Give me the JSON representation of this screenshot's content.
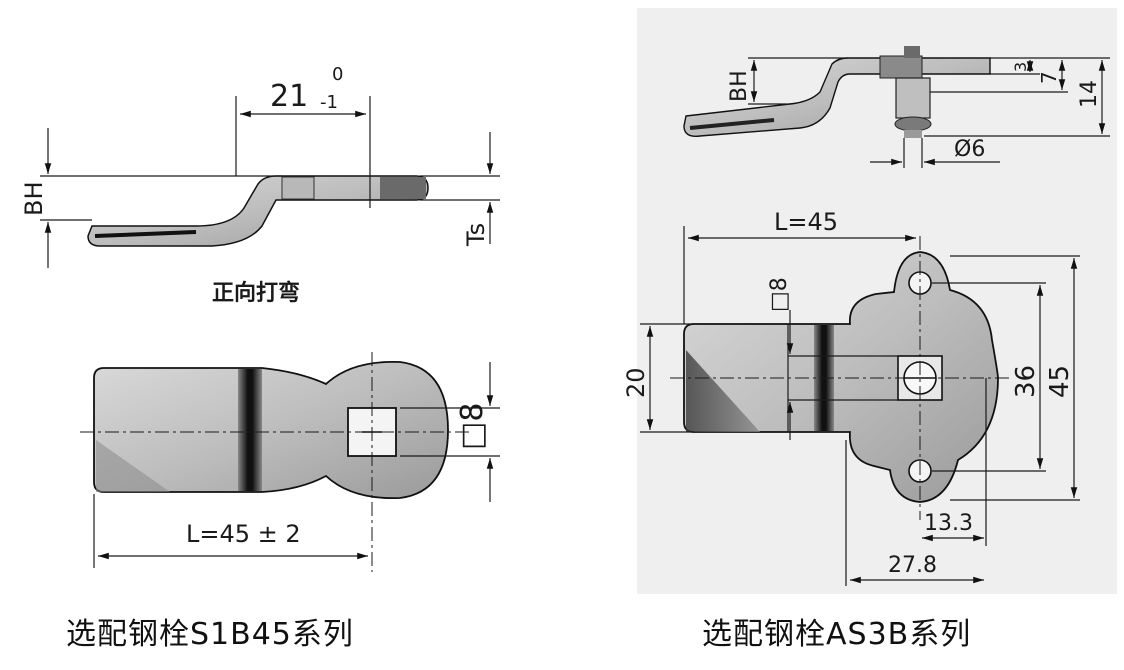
{
  "left_view": {
    "dim_length_base": "21",
    "dim_tol_upper": "0",
    "dim_tol_lower": "-1",
    "dim_bh": "BH",
    "dim_ts": "Ts",
    "bend_label": "正向打弯",
    "dim_square": "□8",
    "dim_L": "L=45 ± 2",
    "caption": "选配钢栓S1B45系列"
  },
  "right_view": {
    "dim_bh": "BH",
    "dim_3": "3",
    "dim_7": "7",
    "dim_14": "14",
    "dim_dia": "Ø6",
    "dim_L": "L=45",
    "dim_square": "□8",
    "dim_20": "20",
    "dim_36": "36",
    "dim_45": "45",
    "dim_13_3": "13.3",
    "dim_27_8": "27.8",
    "caption": "选配钢栓AS3B系列"
  },
  "colors": {
    "right_panel_bg": "#eeeeee",
    "part_light": "#c8c8c8",
    "part_dark": "#5a5a5a"
  }
}
